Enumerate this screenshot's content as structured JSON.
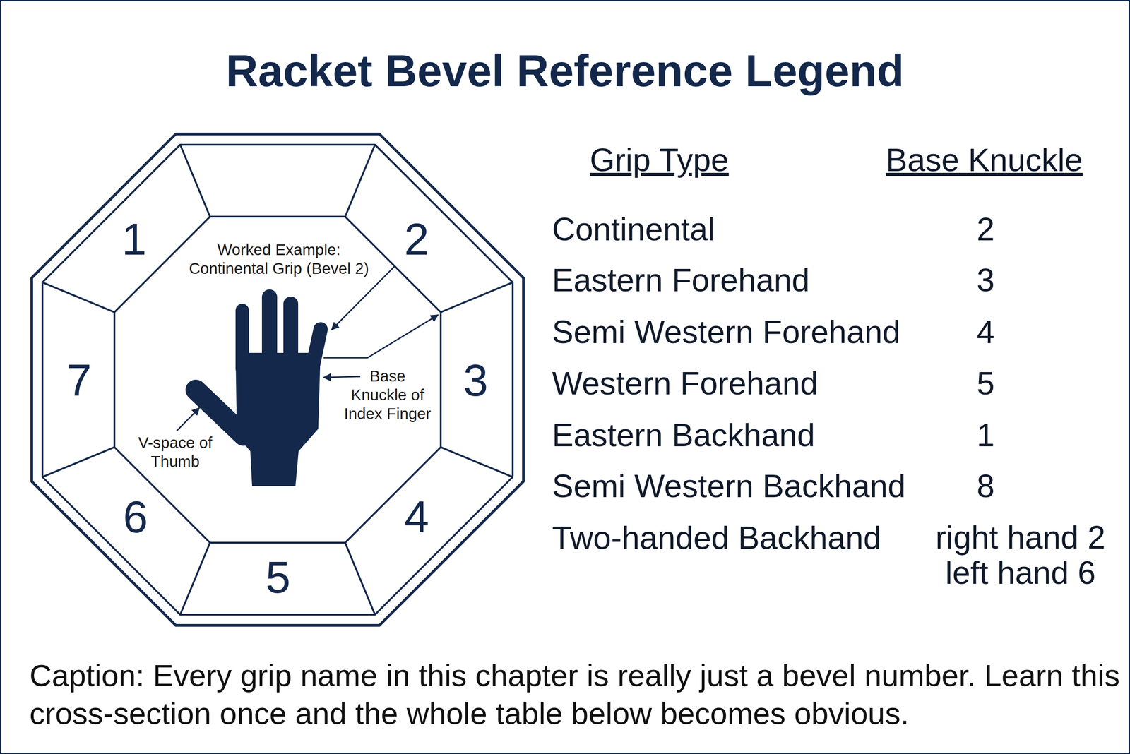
{
  "diagram": {
    "title": "Racket Bevel Reference Legend",
    "caption": "Caption: Every grip name in this chapter is really just a bevel number. Learn this cross-section once and the whole table below becomes obvious.",
    "labels": [
      "1",
      "2",
      "Worked Example: Continental Grip (Bevel 2)",
      "7",
      "Base Knuckle of Index Finger",
      "3",
      "V-space of Thumb",
      "6",
      "4",
      "5",
      "Grip Type",
      "Base Knuckle",
      "Continental",
      "2",
      "Eastern Forehand",
      "3",
      "Semi Western Forehand",
      "4",
      "Western Forehand",
      "5",
      "Eastern Backhand",
      "1",
      "Semi Western Backhand",
      "8",
      "Two-handed Backhand",
      "right hand 2 left hand 6"
    ]
  }
}
